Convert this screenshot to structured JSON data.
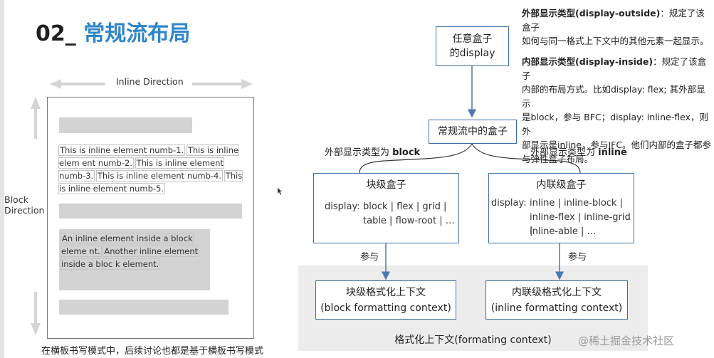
{
  "title": {
    "prefix": "02_",
    "text": "常规流布局"
  },
  "left_panel": {
    "inline_direction": "Inline  Direction",
    "block_direction_line1": "Block",
    "block_direction_line2": "Direction",
    "inline_paragraph": [
      "This is inline element numb-1.",
      "This is inline elem ent numb-2.",
      "This is inline element numb-3.",
      "This is inline element numb-4.",
      "This is inline element numb-5."
    ],
    "block_inline_paragraph": [
      "An inline element inside a block eleme nt.",
      "Another inline element inside a bloc k element."
    ],
    "caption": "在横板书写模式中，后续讨论也都是基于横板书写模式"
  },
  "diagram": {
    "any_box_line1": "任意盒子",
    "any_box_line2": "的display",
    "normal_flow_box": "常规流中的盒子",
    "outside_block_label_prefix": "外部显示类型为 ",
    "outside_block_label_value": "block",
    "outside_inline_label_prefix": "外部显示类型为 ",
    "outside_inline_label_value": "inline",
    "block_box": {
      "title": "块级盒子",
      "display_prefix": "display:",
      "display_line1": "block | flex | grid |",
      "display_line2": "table | flow-root | …"
    },
    "inline_box": {
      "title": "内联级盒子",
      "display_prefix": "display:",
      "display_line1": "inline | inline-block |",
      "display_line2": "inline-flex | inline-grid |",
      "display_line3": "inline-able | …"
    },
    "participate_left": "参与",
    "participate_right": "参与",
    "bfc_box": {
      "line1": "块级格式化上下文",
      "line2": "(block formatting context)"
    },
    "ifc_box": {
      "line1": "内联级格式化上下文",
      "line2": "(inline formatting context)"
    },
    "formatting_context_label": "格式化上下文(formating context)"
  },
  "notes": {
    "outside_heading": "外部显示类型(display-outside)",
    "outside_body_line1": "：规定了该盒子",
    "outside_body_line2": "如何与同一格式上下文中的其他元素一起显示。",
    "inside_heading": "内部显示类型(display-inside)",
    "inside_body_line1": "：规定了该盒子",
    "inside_body_line2": "内部的布局方式。比如display: flex; 其外部显示",
    "inside_body_line3": "是block，参与 BFC；display: inline-flex，则外",
    "inside_body_line4": "部显示是inline，参与IFC。他们内部的盒子都参",
    "inside_body_line5": "与弹性盒子布局。"
  },
  "watermark": "@稀土掘金技术社区",
  "colors": {
    "accent_blue": "#2f86c9",
    "diagram_border": "#3a6ea5",
    "arrow": "#4a78b0",
    "gray_bar": "#d3d3d3",
    "context_bg": "#ececec"
  }
}
